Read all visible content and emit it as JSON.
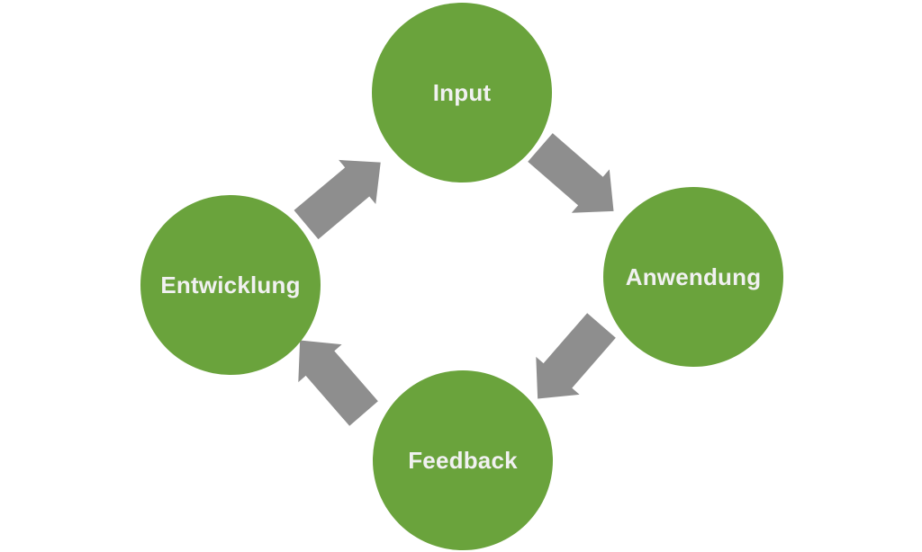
{
  "diagram": {
    "type": "cycle",
    "title": "",
    "nodes": [
      {
        "id": "input",
        "label": "Input"
      },
      {
        "id": "anwendung",
        "label": "Anwendung"
      },
      {
        "id": "feedback",
        "label": "Feedback"
      },
      {
        "id": "entwicklung",
        "label": "Entwicklung"
      }
    ],
    "edges": [
      {
        "from": "entwicklung",
        "to": "input",
        "direction": "up-right"
      },
      {
        "from": "input",
        "to": "anwendung",
        "direction": "down-right"
      },
      {
        "from": "anwendung",
        "to": "feedback",
        "direction": "down-left"
      },
      {
        "from": "feedback",
        "to": "entwicklung",
        "direction": "up-left"
      }
    ],
    "colors": {
      "node_green": "#6aa33c",
      "arrow_gray": "#8e8e8e",
      "label_text": "#f1f1f1",
      "background": "#ffffff"
    }
  }
}
